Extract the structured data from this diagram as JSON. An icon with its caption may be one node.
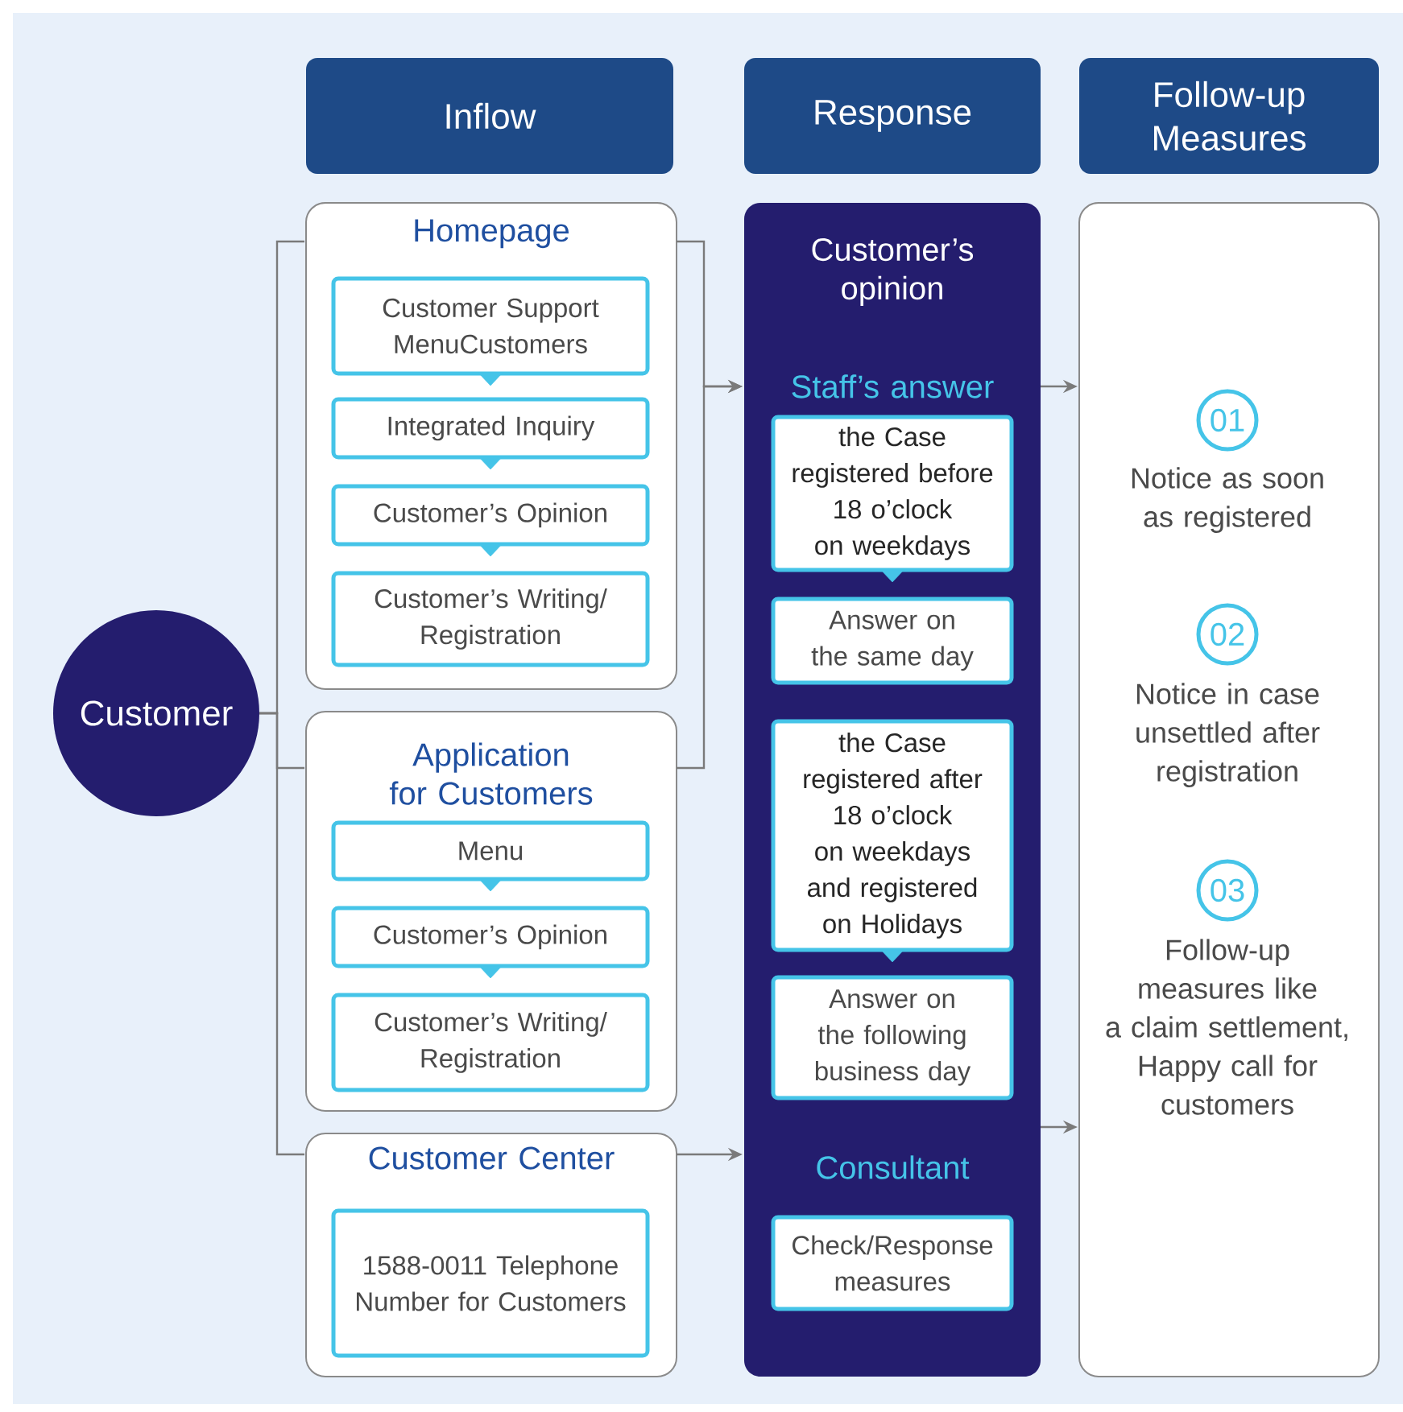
{
  "diagram": {
    "nodes": [
      {
        "text": [
          "Inflow"
        ]
      },
      {
        "text": [
          "Response"
        ]
      },
      {
        "text": [
          "Follow-up Measures"
        ]
      },
      {
        "text": [
          "Customer"
        ]
      },
      {
        "text": [
          "Homepage"
        ]
      },
      {
        "text": [
          "Customer Support MenuCustomers"
        ],
        "in": 4
      },
      {
        "text": [
          "Integrated Inquiry"
        ],
        "in": 4
      },
      {
        "text": [
          "Customer’s Opinion"
        ],
        "in": 4
      },
      {
        "text": [
          "Customer’s Writing/ Registration"
        ],
        "in": 4
      },
      {
        "text": [
          "Application for Customers"
        ]
      },
      {
        "text": [
          "Menu"
        ],
        "in": 9
      },
      {
        "text": [
          "Customer’s Opinion"
        ],
        "in": 9
      },
      {
        "text": [
          "Customer’s Writing/ Registration"
        ],
        "in": 9
      },
      {
        "text": [
          "Customer Center"
        ]
      },
      {
        "text": [
          "1588-0011 Telephone Number for Customers"
        ],
        "in": 13
      },
      {
        "text": [
          "Customer’s opinion",
          "Staff’s answer",
          "Consultant"
        ]
      },
      {
        "text": [
          "the Case registered before 18 o’clock on weekdays"
        ],
        "in": 15
      },
      {
        "text": [
          "Answer on the same day"
        ],
        "in": 15
      },
      {
        "text": [
          "the Case registered after 18 o’clock on weekdays and registered on Holidays"
        ],
        "in": 15
      },
      {
        "text": [
          "Answer on the following business day"
        ],
        "in": 15
      },
      {
        "text": [
          "Check/Response measures"
        ],
        "in": 15
      },
      {
        "text": [],
        "shape": "box"
      },
      {
        "text": [
          "01"
        ],
        "in": 21,
        "beside": [
          "Notice as soon as registered"
        ]
      },
      {
        "text": [
          "02"
        ],
        "in": 21,
        "beside": [
          "Notice in case unsettled after registration"
        ]
      },
      {
        "text": [
          "03"
        ],
        "in": 21,
        "beside": [
          "Follow-up measures like a claim settlement, Happy call for customers"
        ]
      }
    ],
    "edges": [
      {
        "from": 3,
        "to": 4,
        "arrow": "none",
        "color": "#7a7a7a"
      },
      {
        "from": 3,
        "to": 9,
        "arrow": "none",
        "color": "#7a7a7a"
      },
      {
        "from": 3,
        "to": 13,
        "arrow": "none",
        "color": "#7a7a7a"
      },
      {
        "from": 4,
        "to": 15,
        "arrow": "to",
        "color": "#7a7a7a"
      },
      {
        "from": 9,
        "to": 15,
        "arrow": "to",
        "color": "#7a7a7a"
      },
      {
        "from": 13,
        "to": 15,
        "arrow": "to",
        "color": "#7a7a7a"
      },
      {
        "from": 15,
        "to": 21,
        "arrow": "to",
        "color": "#7a7a7a"
      },
      {
        "from": 15,
        "to": 21,
        "arrow": "to",
        "color": "#7a7a7a"
      },
      {
        "from": 5,
        "to": 6,
        "arrow": "to",
        "color": "#45c4e8"
      },
      {
        "from": 6,
        "to": 7,
        "arrow": "to",
        "color": "#45c4e8"
      },
      {
        "from": 7,
        "to": 8,
        "arrow": "to",
        "color": "#45c4e8"
      },
      {
        "from": 10,
        "to": 11,
        "arrow": "to",
        "color": "#45c4e8"
      },
      {
        "from": 11,
        "to": 12,
        "arrow": "to",
        "color": "#45c4e8"
      },
      {
        "from": 16,
        "to": 17,
        "arrow": "to",
        "color": "#45c4e8"
      },
      {
        "from": 18,
        "to": 19,
        "arrow": "to",
        "color": "#45c4e8"
      }
    ]
  }
}
